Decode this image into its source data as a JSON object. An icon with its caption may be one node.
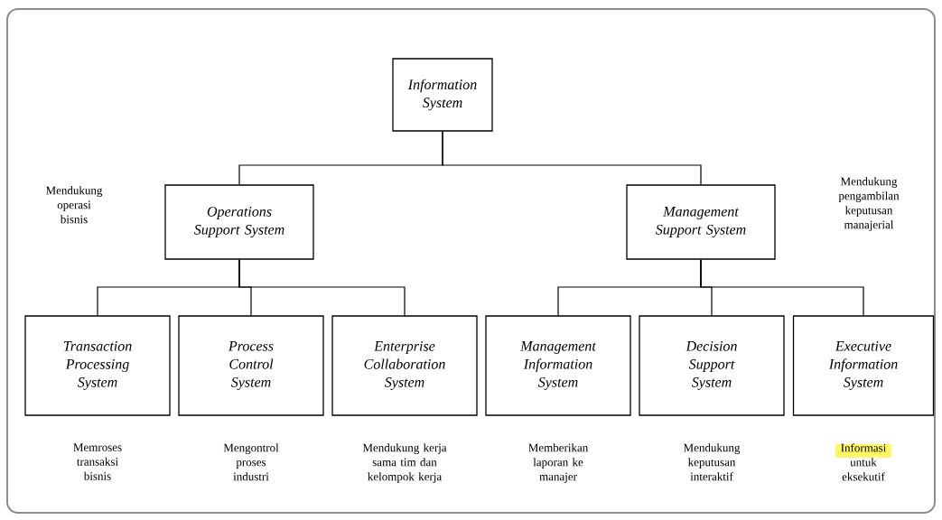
{
  "diagram": {
    "nodes": [
      {
        "text": [
          "Information System"
        ]
      },
      {
        "text": [
          "Operations Support System"
        ]
      },
      {
        "text": [
          "Management Support System"
        ]
      },
      {
        "text": [
          "Transaction Processing System"
        ],
        "beside": [
          "Memroses transaksi bisnis"
        ]
      },
      {
        "text": [
          "Process Control System"
        ],
        "beside": [
          "Mengontrol proses industri"
        ]
      },
      {
        "text": [
          "Enterprise Collaboration System"
        ],
        "beside": [
          "Mendukung kerja sama tim dan kelompok kerja"
        ]
      },
      {
        "text": [
          "Management Information System"
        ],
        "beside": [
          "Memberikan laporan ke manajer"
        ]
      },
      {
        "text": [
          "Decision Support System"
        ],
        "beside": [
          "Mendukung keputusan interaktif"
        ]
      },
      {
        "text": [
          "Executive Information System"
        ],
        "beside": [
          "Informasi untuk eksekutif"
        ]
      }
    ],
    "edges": [
      {
        "from": 0,
        "to": 1,
        "arrow": "none"
      },
      {
        "from": 0,
        "to": 2,
        "arrow": "none"
      },
      {
        "from": 1,
        "to": 3,
        "arrow": "none"
      },
      {
        "from": 1,
        "to": 4,
        "arrow": "none"
      },
      {
        "from": 1,
        "to": 5,
        "arrow": "none"
      },
      {
        "from": 2,
        "to": 6,
        "arrow": "none"
      },
      {
        "from": 2,
        "to": 7,
        "arrow": "none"
      },
      {
        "from": 2,
        "to": 8,
        "arrow": "none"
      }
    ],
    "labels": [
      "Mendukung operasi bisnis",
      "Mendukung pengambilan keputusan manajerial"
    ]
  }
}
